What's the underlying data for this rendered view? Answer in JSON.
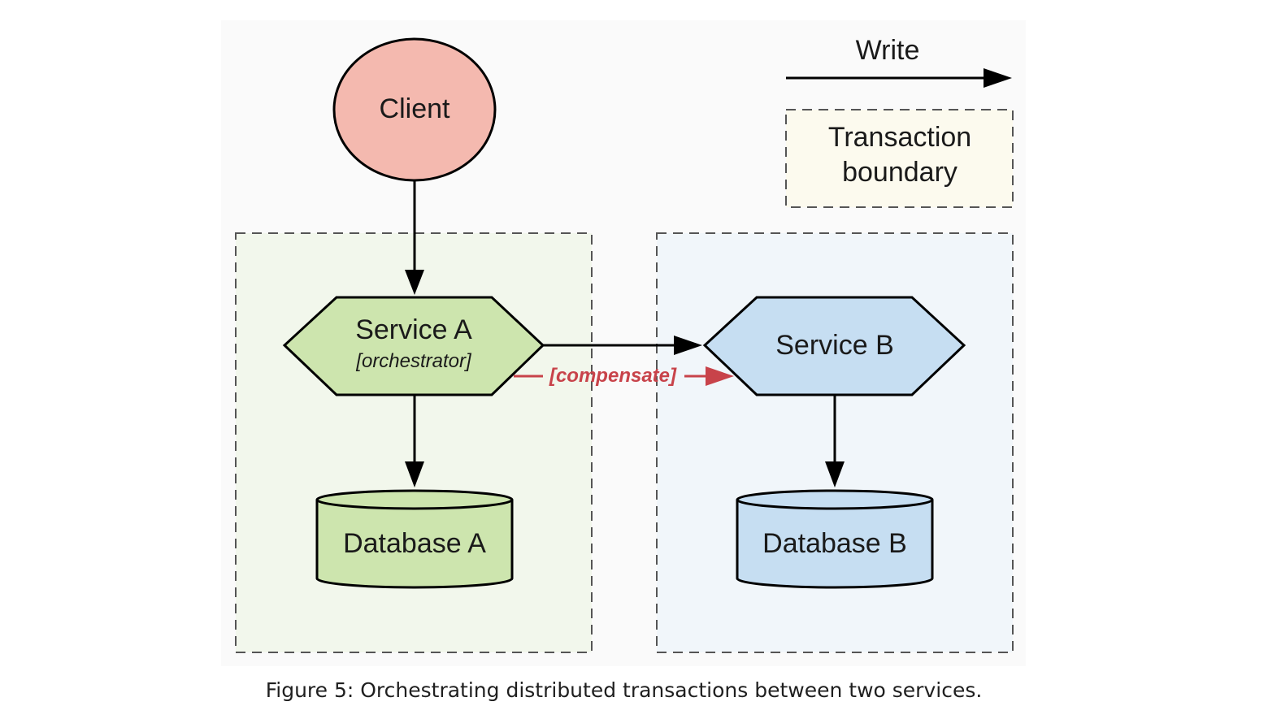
{
  "nodes": {
    "client": "Client",
    "service_a": "Service A",
    "service_a_role": "[orchestrator]",
    "service_b": "Service B",
    "database_a": "Database A",
    "database_b": "Database B"
  },
  "edges": {
    "compensate_label": "[compensate]"
  },
  "legend": {
    "write": "Write",
    "transaction_boundary_line1": "Transaction",
    "transaction_boundary_line2": "boundary"
  },
  "caption": "Figure 5: Orchestrating distributed transactions between two services.",
  "colors": {
    "client_fill": "#f4b9af",
    "service_a_fill": "#cde5ae",
    "service_b_fill": "#c6def2",
    "boundary_a_fill": "#f2f7ec",
    "boundary_b_fill": "#f1f6fa",
    "legend_boundary_fill": "#fcfaee",
    "compensate_color": "#c8434a"
  }
}
